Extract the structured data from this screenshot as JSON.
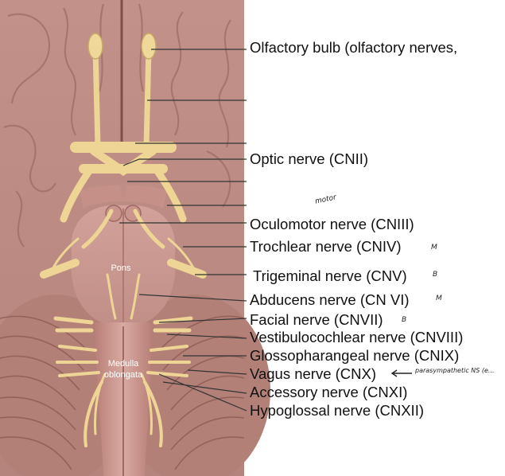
{
  "diagram": {
    "region_labels": {
      "pons": "Pons",
      "medulla_line1": "Medulla",
      "medulla_line2": "oblongata"
    },
    "nerve_labels": [
      "Olfactory bulb (olfactory nerves,",
      "Optic nerve (CNII)",
      "Oculomotor nerve (CNIII)",
      "Trochlear nerve (CNIV)",
      "Trigeminal nerve (CNV)",
      "Abducens nerve (CN VI)",
      "Facial nerve (CNVII)",
      "Vestibulocochlear nerve (CNVIII)",
      "Glossopharangeal nerve (CNIX)",
      "Vagus nerve (CNX)",
      "Accessory nerve (CNXI)",
      "Hypoglossal nerve (CNXII)"
    ],
    "handwritten_notes": {
      "oculomotor": "motor",
      "trochlear": "M",
      "trigeminal": "B",
      "abducens": "M",
      "facial": "B",
      "vagus": "parasympathetic NS (e..."
    },
    "colors": {
      "brain": "#c99a92",
      "brain_dark": "#a5746c",
      "nerve": "#f0d79a",
      "leader": "#333333",
      "background": "#ffffff"
    }
  }
}
